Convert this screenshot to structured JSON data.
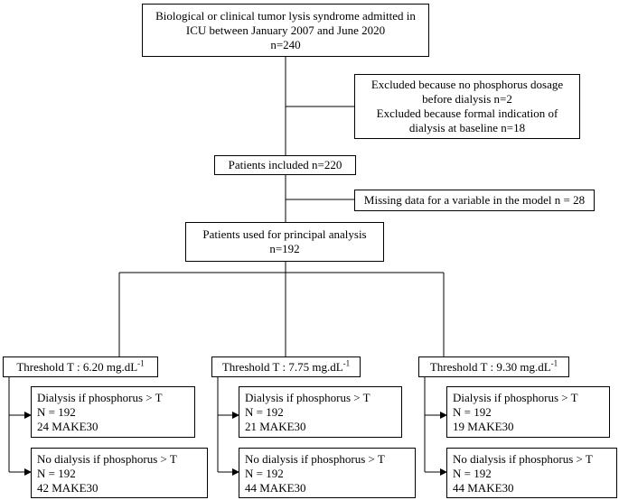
{
  "top_box": {
    "lines": [
      "Biological or clinical tumor lysis syndrome admitted in",
      "ICU between January 2007 and June 2020",
      "n=240"
    ]
  },
  "exclusion_box_1": {
    "lines": [
      "Excluded because no phosphorus dosage",
      "before dialysis n=2",
      "Excluded because formal indication of",
      "dialysis at baseline n=18"
    ]
  },
  "included_box": {
    "text": "Patients included n=220"
  },
  "exclusion_box_2": {
    "text": "Missing data for a variable in the model n = 28"
  },
  "analysis_box": {
    "lines": [
      "Patients used for principal analysis",
      "n=192"
    ]
  },
  "thresholds": [
    {
      "label": "Threshold T : 6.20 mg.dL",
      "unit_sup": "-1",
      "dialysis": {
        "title": "Dialysis if phosphorus > T",
        "n": "N = 192",
        "make": "24 MAKE30"
      },
      "no_dialysis": {
        "title": "No dialysis if phosphorus > T",
        "n": "N = 192",
        "make": "42 MAKE30"
      }
    },
    {
      "label": "Threshold T : 7.75 mg.dL",
      "unit_sup": "-1",
      "dialysis": {
        "title": "Dialysis if phosphorus > T",
        "n": "N = 192",
        "make": "21 MAKE30"
      },
      "no_dialysis": {
        "title": "No dialysis if phosphorus > T",
        "n": "N = 192",
        "make": "44 MAKE30"
      }
    },
    {
      "label": "Threshold T : 9.30 mg.dL",
      "unit_sup": "-1",
      "dialysis": {
        "title": "Dialysis if phosphorus > T",
        "n": "N = 192",
        "make": "19 MAKE30"
      },
      "no_dialysis": {
        "title": "No dialysis if phosphorus > T",
        "n": "N = 192",
        "make": "44 MAKE30"
      }
    }
  ]
}
